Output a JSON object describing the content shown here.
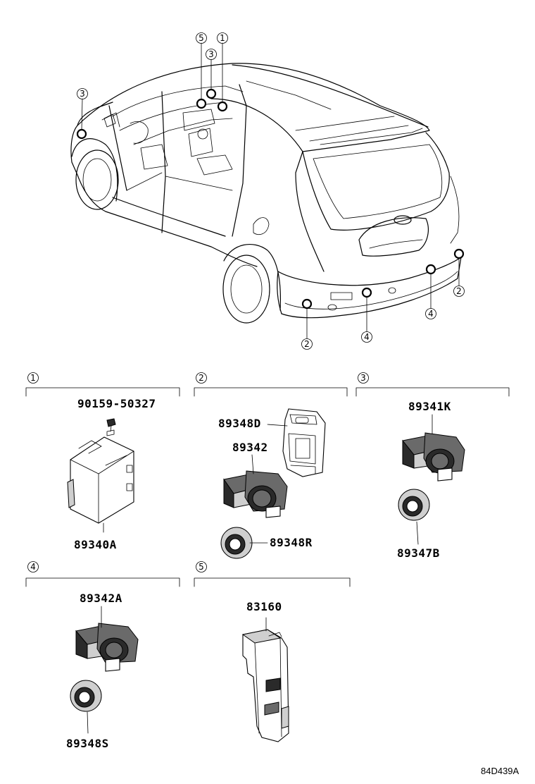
{
  "callouts": {
    "c1": "1",
    "c2": "2",
    "c3": "3",
    "c4": "4",
    "c5": "5"
  },
  "sections": [
    {
      "number": "1",
      "parts": [
        "90159-50327",
        "89340A"
      ]
    },
    {
      "number": "2",
      "parts": [
        "89348D",
        "89342",
        "89348R"
      ]
    },
    {
      "number": "3",
      "parts": [
        "89341K",
        "89347B"
      ]
    },
    {
      "number": "4",
      "parts": [
        "89342A",
        "89348S"
      ]
    },
    {
      "number": "5",
      "parts": [
        "83160"
      ]
    }
  ],
  "reference_code": "84D439A"
}
